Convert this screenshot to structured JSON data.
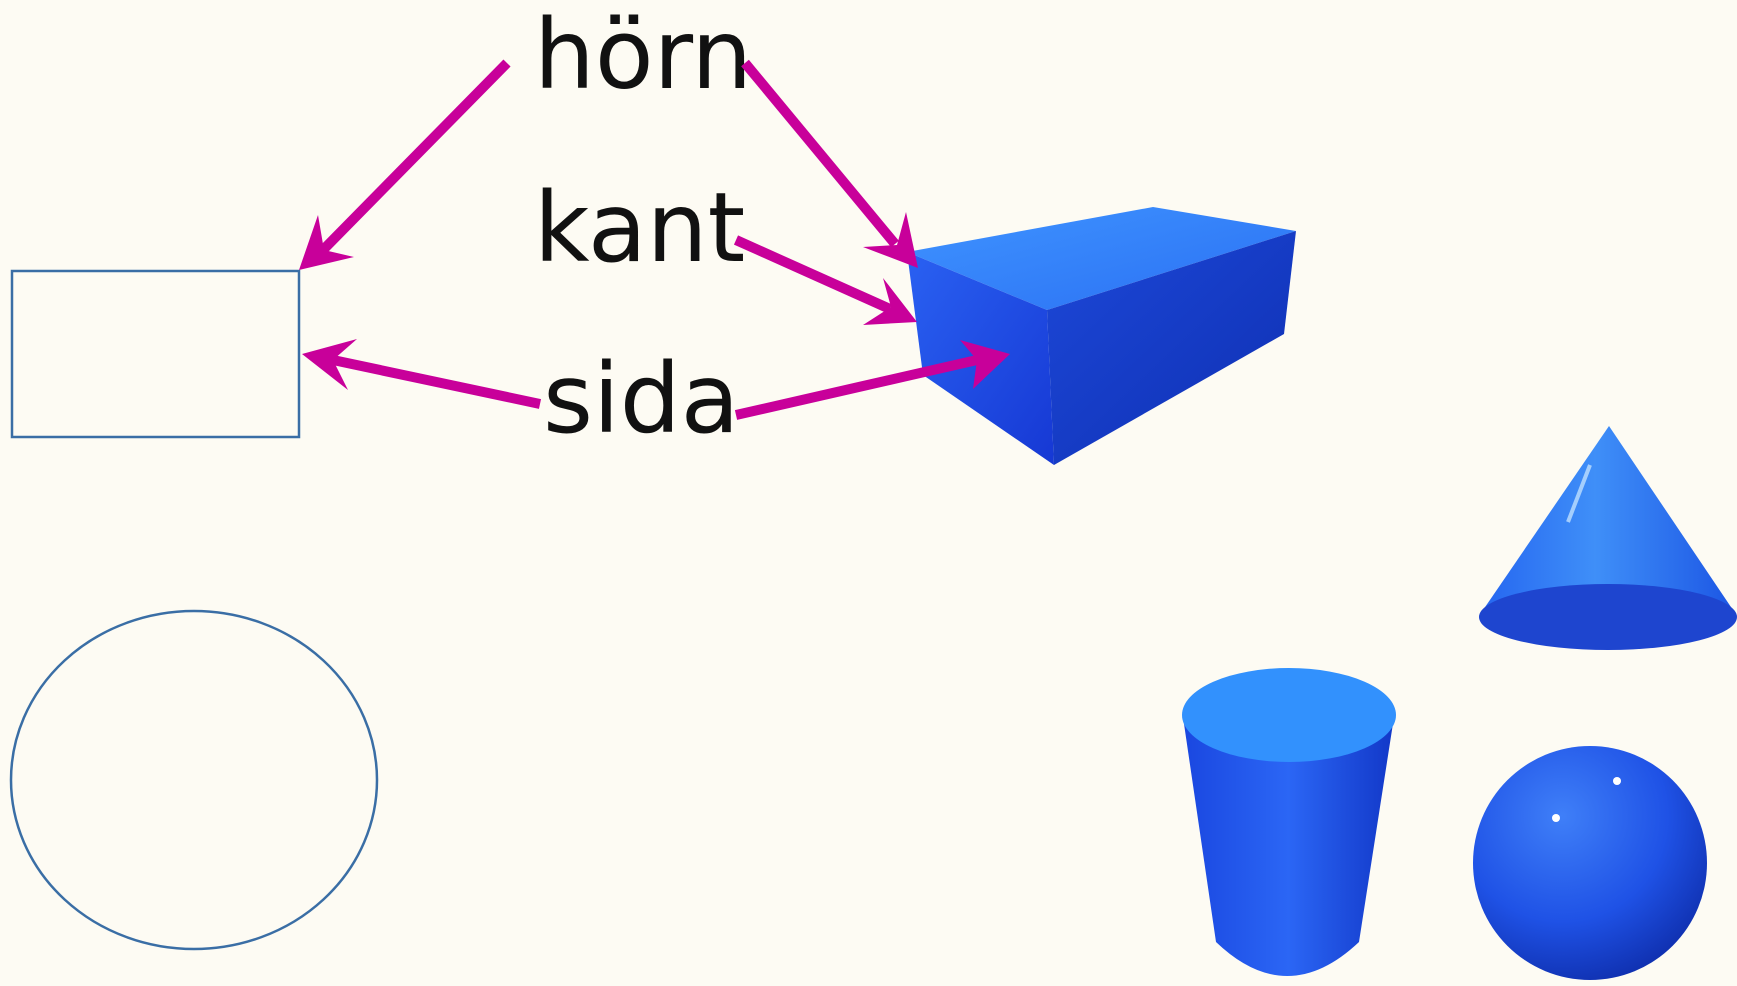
{
  "labels": {
    "corner": "hörn",
    "edge": "kant",
    "side": "sida"
  },
  "colors": {
    "background": "#fdfbf3",
    "arrow": "#c8009a",
    "outline": "#3a6ea5",
    "solid_light": "#3d8ef7",
    "solid_mid": "#1f5ff0",
    "solid_dark": "#0d2fb0"
  },
  "shapes": {
    "flat": [
      "rectangle",
      "circle"
    ],
    "solid": [
      "cuboid",
      "cone",
      "cylinder",
      "sphere"
    ]
  }
}
